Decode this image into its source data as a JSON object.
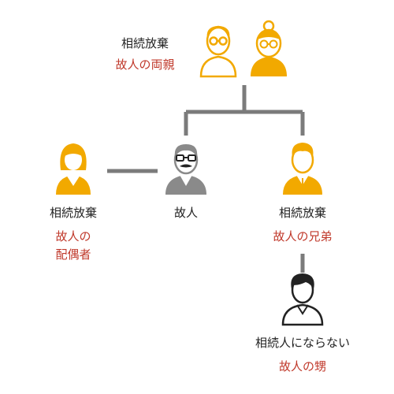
{
  "colors": {
    "orange": "#f2a900",
    "gray": "#888888",
    "black": "#222222",
    "red": "#c0392b",
    "connector": "#7b7b7b"
  },
  "parents": {
    "status": "相続放棄",
    "relation": "故人の両親",
    "icons": [
      "elderly-man-icon",
      "elderly-woman-icon"
    ]
  },
  "spouse": {
    "status": "相続放棄",
    "relation_line1": "故人の",
    "relation_line2": "配偶者",
    "icon": "woman-icon"
  },
  "deceased": {
    "label": "故人",
    "icon": "man-with-glasses-icon"
  },
  "sibling": {
    "status": "相続放棄",
    "relation": "故人の兄弟",
    "icon": "man-icon"
  },
  "nephew": {
    "status": "相続人にならない",
    "relation": "故人の甥",
    "icon": "young-man-icon"
  }
}
